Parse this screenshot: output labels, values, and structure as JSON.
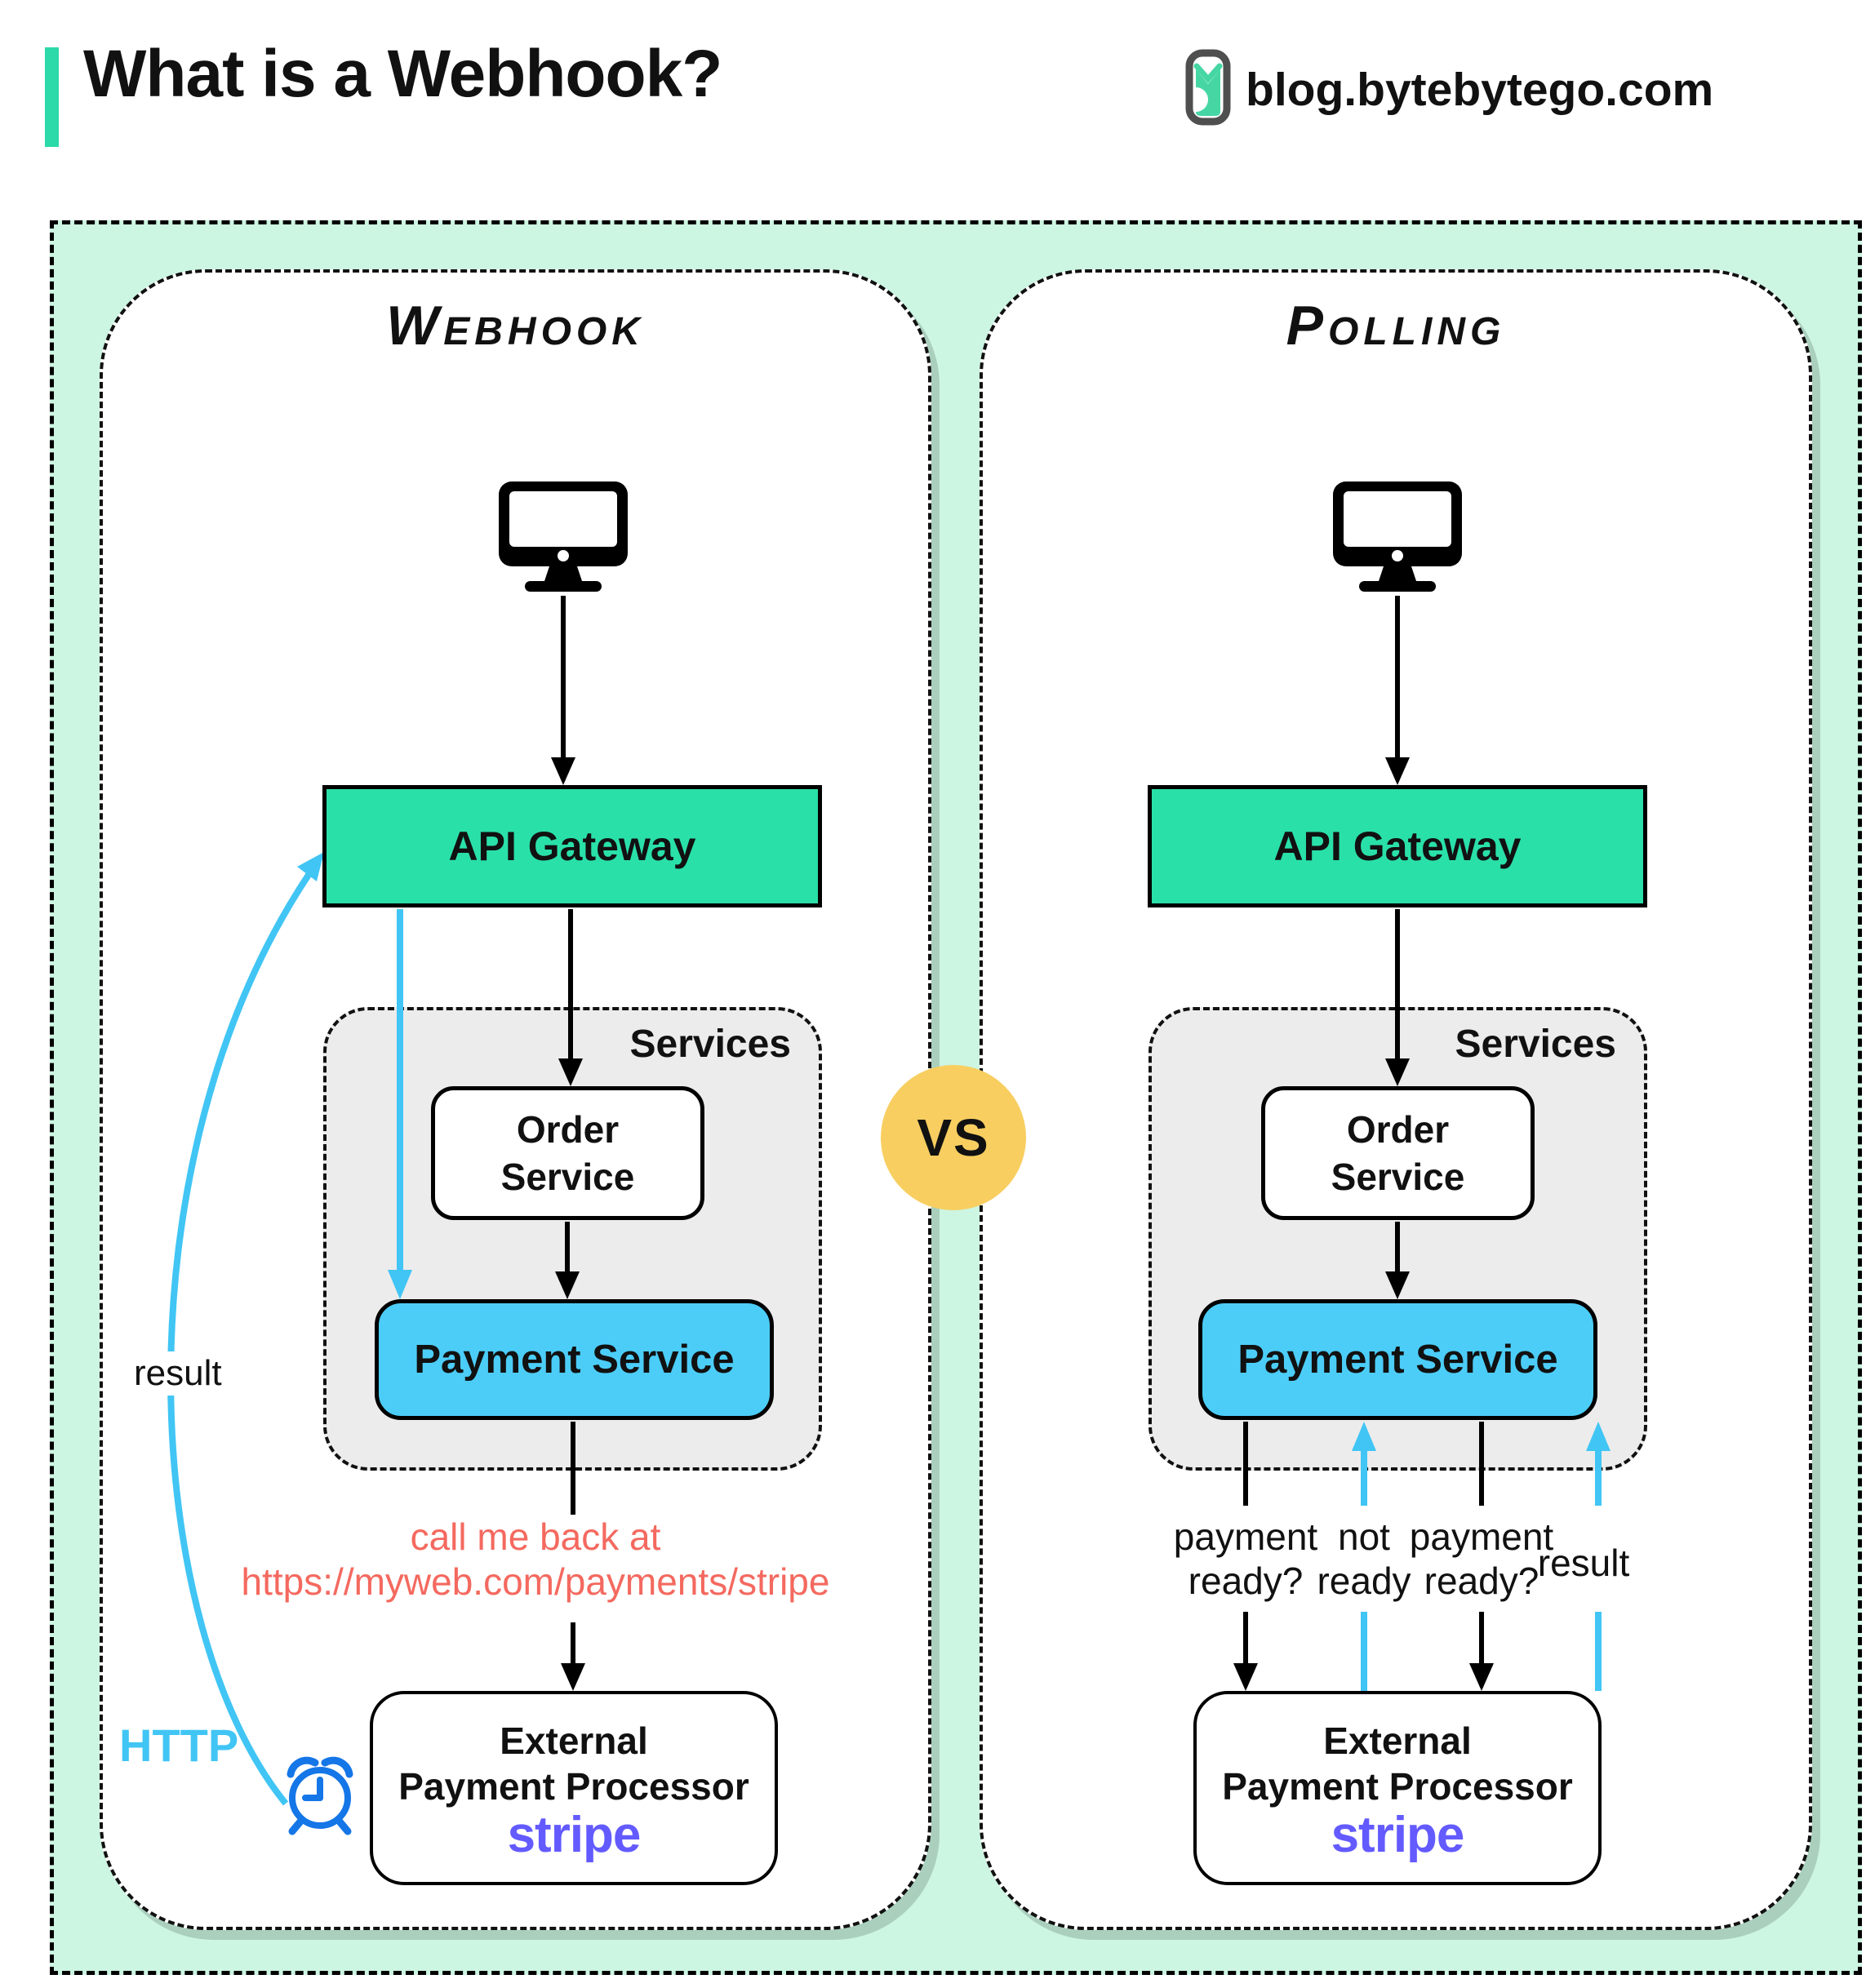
{
  "header": {
    "title": "What is a Webhook?",
    "site": "blog.bytebytego.com"
  },
  "vs_label": "VS",
  "webhook": {
    "title": "Webhook",
    "api_gateway": "API Gateway",
    "services_label": "Services",
    "order_service_line1": "Order",
    "order_service_line2": "Service",
    "payment_service": "Payment Service",
    "external_line1": "External",
    "external_line2": "Payment Processor",
    "external_brand": "stripe",
    "callback_line1": "call me back at",
    "callback_line2": "https://myweb.com/payments/stripe",
    "result_label": "result",
    "http_label": "HTTP"
  },
  "polling": {
    "title": "Polling",
    "api_gateway": "API Gateway",
    "services_label": "Services",
    "order_service_line1": "Order",
    "order_service_line2": "Service",
    "payment_service": "Payment Service",
    "external_line1": "External",
    "external_line2": "Payment Processor",
    "external_brand": "stripe",
    "flow_label1_line1": "payment",
    "flow_label1_line2": "ready?",
    "flow_label2_line1": "not",
    "flow_label2_line2": "ready",
    "flow_label3_line1": "payment",
    "flow_label3_line2": "ready?",
    "flow_label4": "result"
  },
  "colors": {
    "mint_background": "#ccf5e2",
    "accent_teal": "#2bd9a9",
    "api_gateway_green": "#2ae0a9",
    "payment_service_blue": "#4ccdf8",
    "arrow_blue": "#41c5f4",
    "callback_salmon": "#f4695f",
    "stripe_purple": "#635bff",
    "vs_yellow": "#f8ce60",
    "alarm_clock_blue": "#1576e8",
    "services_gray": "#ececec"
  }
}
